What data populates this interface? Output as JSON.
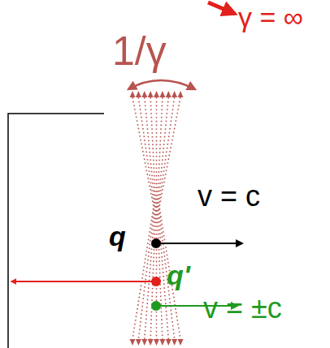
{
  "diagram": {
    "labels": [
      "γ = ∞",
      "1/γ",
      "v = c",
      "q",
      "q'",
      "v = ±c"
    ]
  }
}
